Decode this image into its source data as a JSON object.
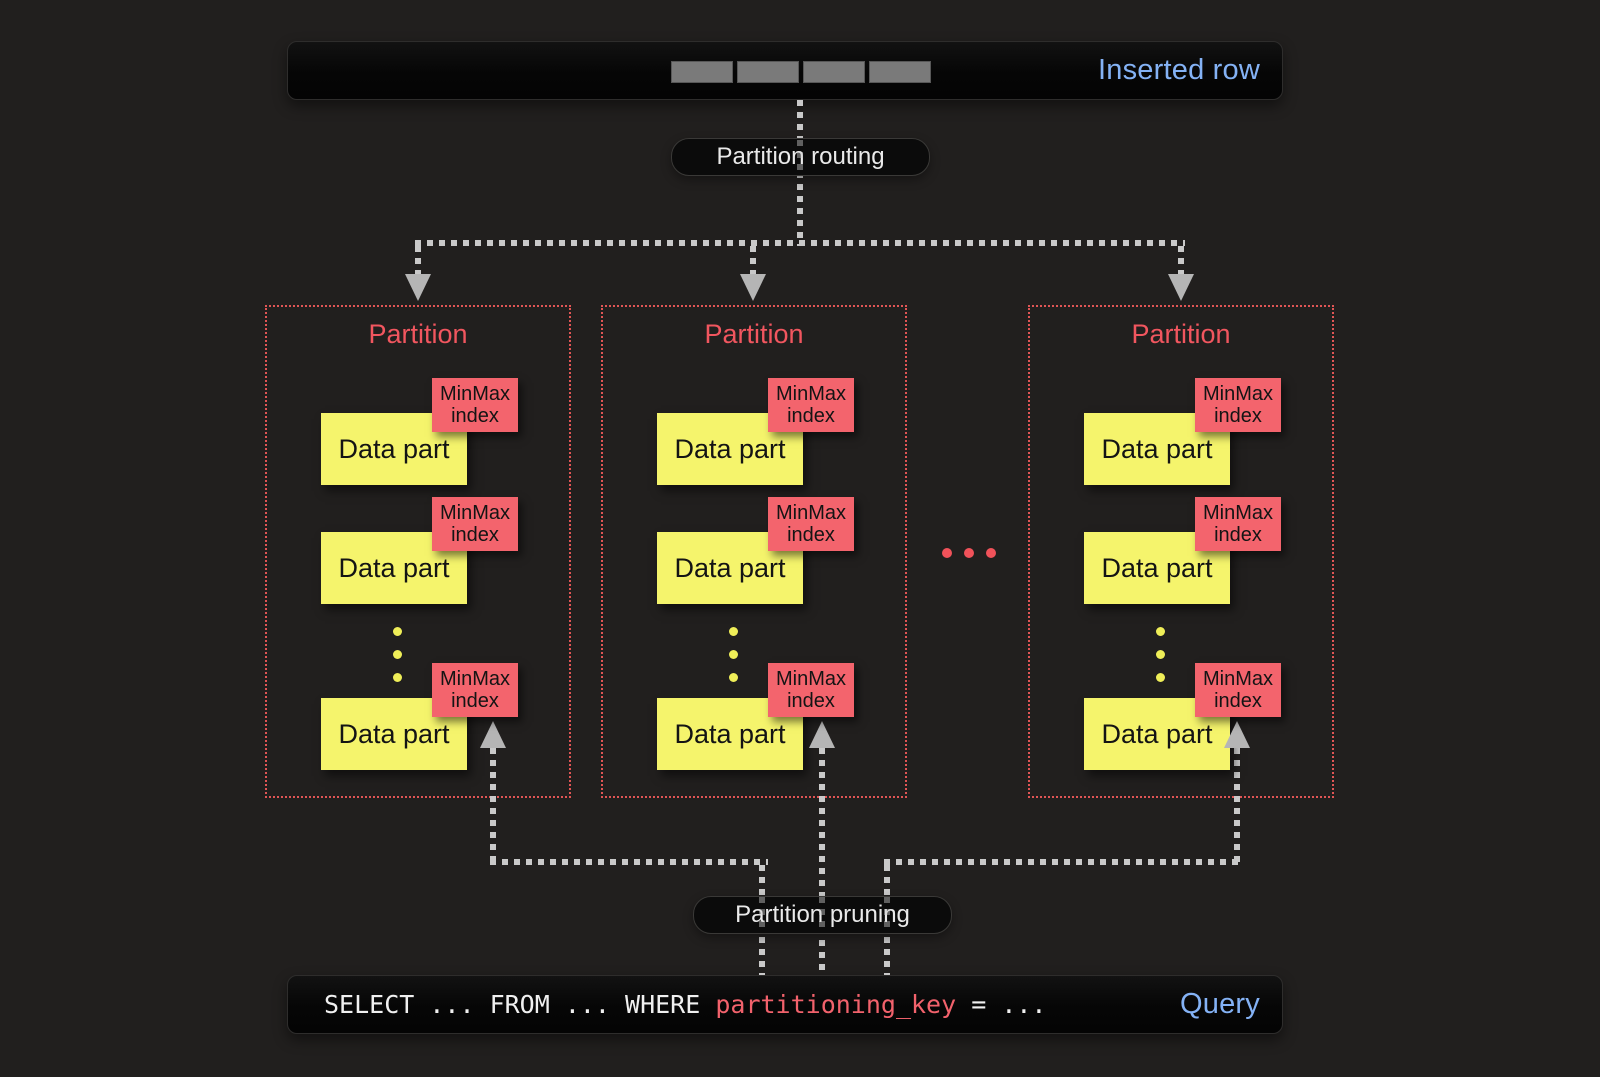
{
  "inserted_row": {
    "label": "Inserted row",
    "cell_count": 4
  },
  "routing": {
    "label": "Partition routing"
  },
  "pruning": {
    "label": "Partition pruning"
  },
  "partitions": [
    {
      "title": "Partition",
      "data_parts": [
        {
          "label": "Data part",
          "index_label": "MinMax index"
        },
        {
          "label": "Data part",
          "index_label": "MinMax index"
        },
        {
          "label": "Data part",
          "index_label": "MinMax index"
        }
      ]
    },
    {
      "title": "Partition",
      "data_parts": [
        {
          "label": "Data part",
          "index_label": "MinMax index"
        },
        {
          "label": "Data part",
          "index_label": "MinMax index"
        },
        {
          "label": "Data part",
          "index_label": "MinMax index"
        }
      ]
    },
    {
      "title": "Partition",
      "data_parts": [
        {
          "label": "Data part",
          "index_label": "MinMax index"
        },
        {
          "label": "Data part",
          "index_label": "MinMax index"
        },
        {
          "label": "Data part",
          "index_label": "MinMax index"
        }
      ]
    }
  ],
  "query": {
    "prefix": "SELECT ... FROM ... WHERE ",
    "key": "partitioning_key",
    "suffix": " = ...",
    "label": "Query"
  },
  "colors": {
    "background": "#211f1e",
    "bar_background": "#070707",
    "accent_blue": "#84b2f5",
    "partition_title_red": "#f1565f",
    "partition_border_red": "#e05555",
    "minmax_red": "#f3646d",
    "data_part_yellow": "#f5f46c",
    "query_key_red": "#f2626c",
    "connector_gray": "#c9c9c9",
    "arrowhead_gray": "#b5b5b5",
    "row_cell_gray": "#7a7a7a"
  }
}
